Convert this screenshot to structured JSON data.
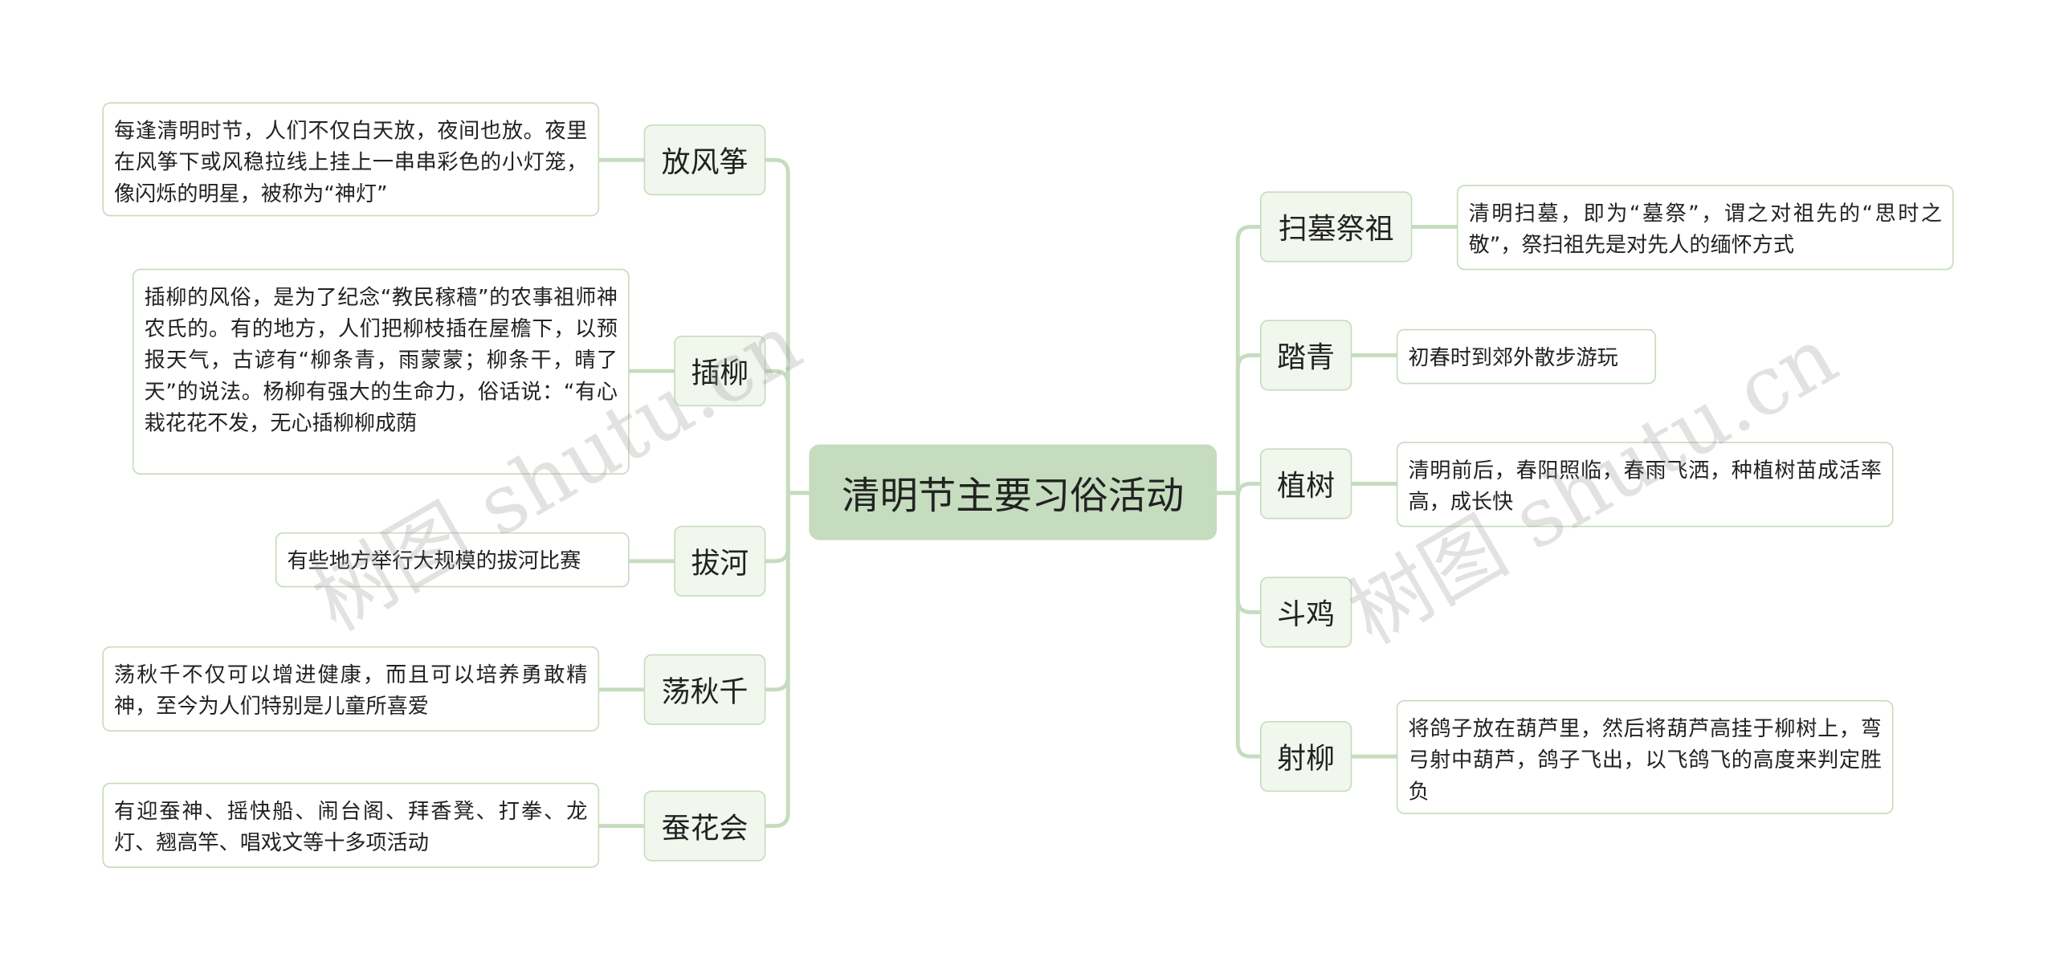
{
  "center": {
    "label": "清明节主要习俗活动"
  },
  "left": [
    {
      "topic": "放风筝",
      "detail": "每逢清明时节，人们不仅白天放，夜间也放。夜里在风筝下或风稳拉线上挂上一串串彩色的小灯笼，像闪烁的明星，被称为“神灯”"
    },
    {
      "topic": "插柳",
      "detail": "插柳的风俗，是为了纪念“教民稼穑”的农事祖师神农氏的。有的地方，人们把柳枝插在屋檐下，以预报天气，古谚有“柳条青，雨蒙蒙；柳条干，晴了天”的说法。杨柳有强大的生命力，俗话说：“有心栽花花不发，无心插柳柳成荫"
    },
    {
      "topic": "拔河",
      "detail": "有些地方举行大规模的拔河比赛"
    },
    {
      "topic": "荡秋千",
      "detail": "荡秋千不仅可以增进健康，而且可以培养勇敢精神，至今为人们特别是儿童所喜爱"
    },
    {
      "topic": "蚕花会",
      "detail": "有迎蚕神、摇快船、闹台阁、拜香凳、打拳、龙灯、翘高竿、唱戏文等十多项活动"
    }
  ],
  "right": [
    {
      "topic": "扫墓祭祖",
      "detail": "清明扫墓，即为“墓祭”，谓之对祖先的“思时之敬”，祭扫祖先是对先人的缅怀方式"
    },
    {
      "topic": "踏青",
      "detail": "初春时到郊外散步游玩"
    },
    {
      "topic": "植树",
      "detail": "清明前后，春阳照临，春雨飞洒，种植树苗成活率高，成长快"
    },
    {
      "topic": "斗鸡",
      "detail": ""
    },
    {
      "topic": "射柳",
      "detail": "将鸽子放在葫芦里，然后将葫芦高挂于柳树上，弯弓射中葫芦，鸽子飞出，以飞鸽飞的高度来判定胜负"
    }
  ],
  "watermark": "树图 shutu.cn",
  "colors": {
    "line": "#c5dcbe",
    "center_fill": "#c5dcbe",
    "topic_fill": "#f1f7ed",
    "leaf_fill": "#ffffff"
  }
}
